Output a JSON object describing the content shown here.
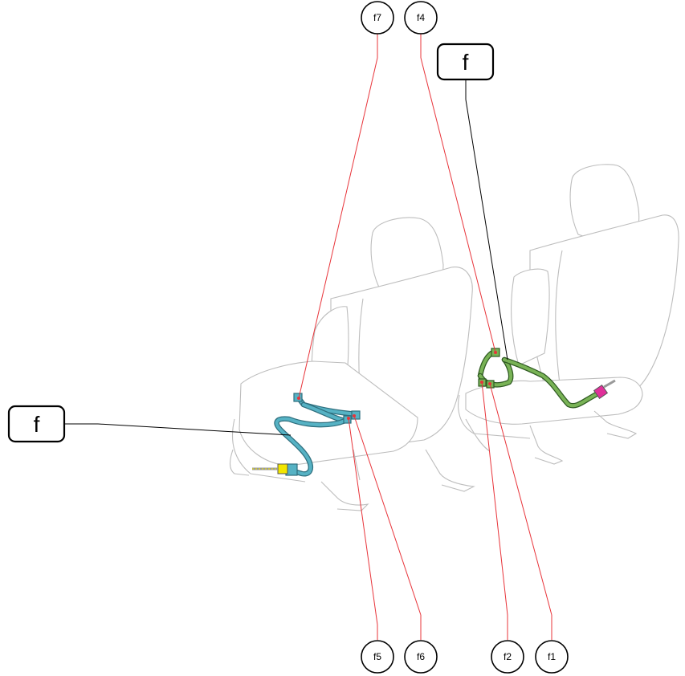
{
  "callouts": [
    {
      "id": "f7",
      "label": "f7"
    },
    {
      "id": "f4",
      "label": "f4"
    },
    {
      "id": "f5",
      "label": "f5"
    },
    {
      "id": "f6",
      "label": "f6"
    },
    {
      "id": "f2",
      "label": "f2"
    },
    {
      "id": "f1",
      "label": "f1"
    }
  ],
  "boxes": [
    {
      "id": "f-top",
      "label": "f"
    },
    {
      "id": "f-left",
      "label": "f"
    }
  ],
  "colors": {
    "callout_line": "#e8343a",
    "box_line": "#000000",
    "harness_left": "#56b2c4",
    "harness_right": "#79b356",
    "connector_yellow": "#f2e600",
    "connector_pink": "#e0309a",
    "connector_red": "#e8343a"
  }
}
